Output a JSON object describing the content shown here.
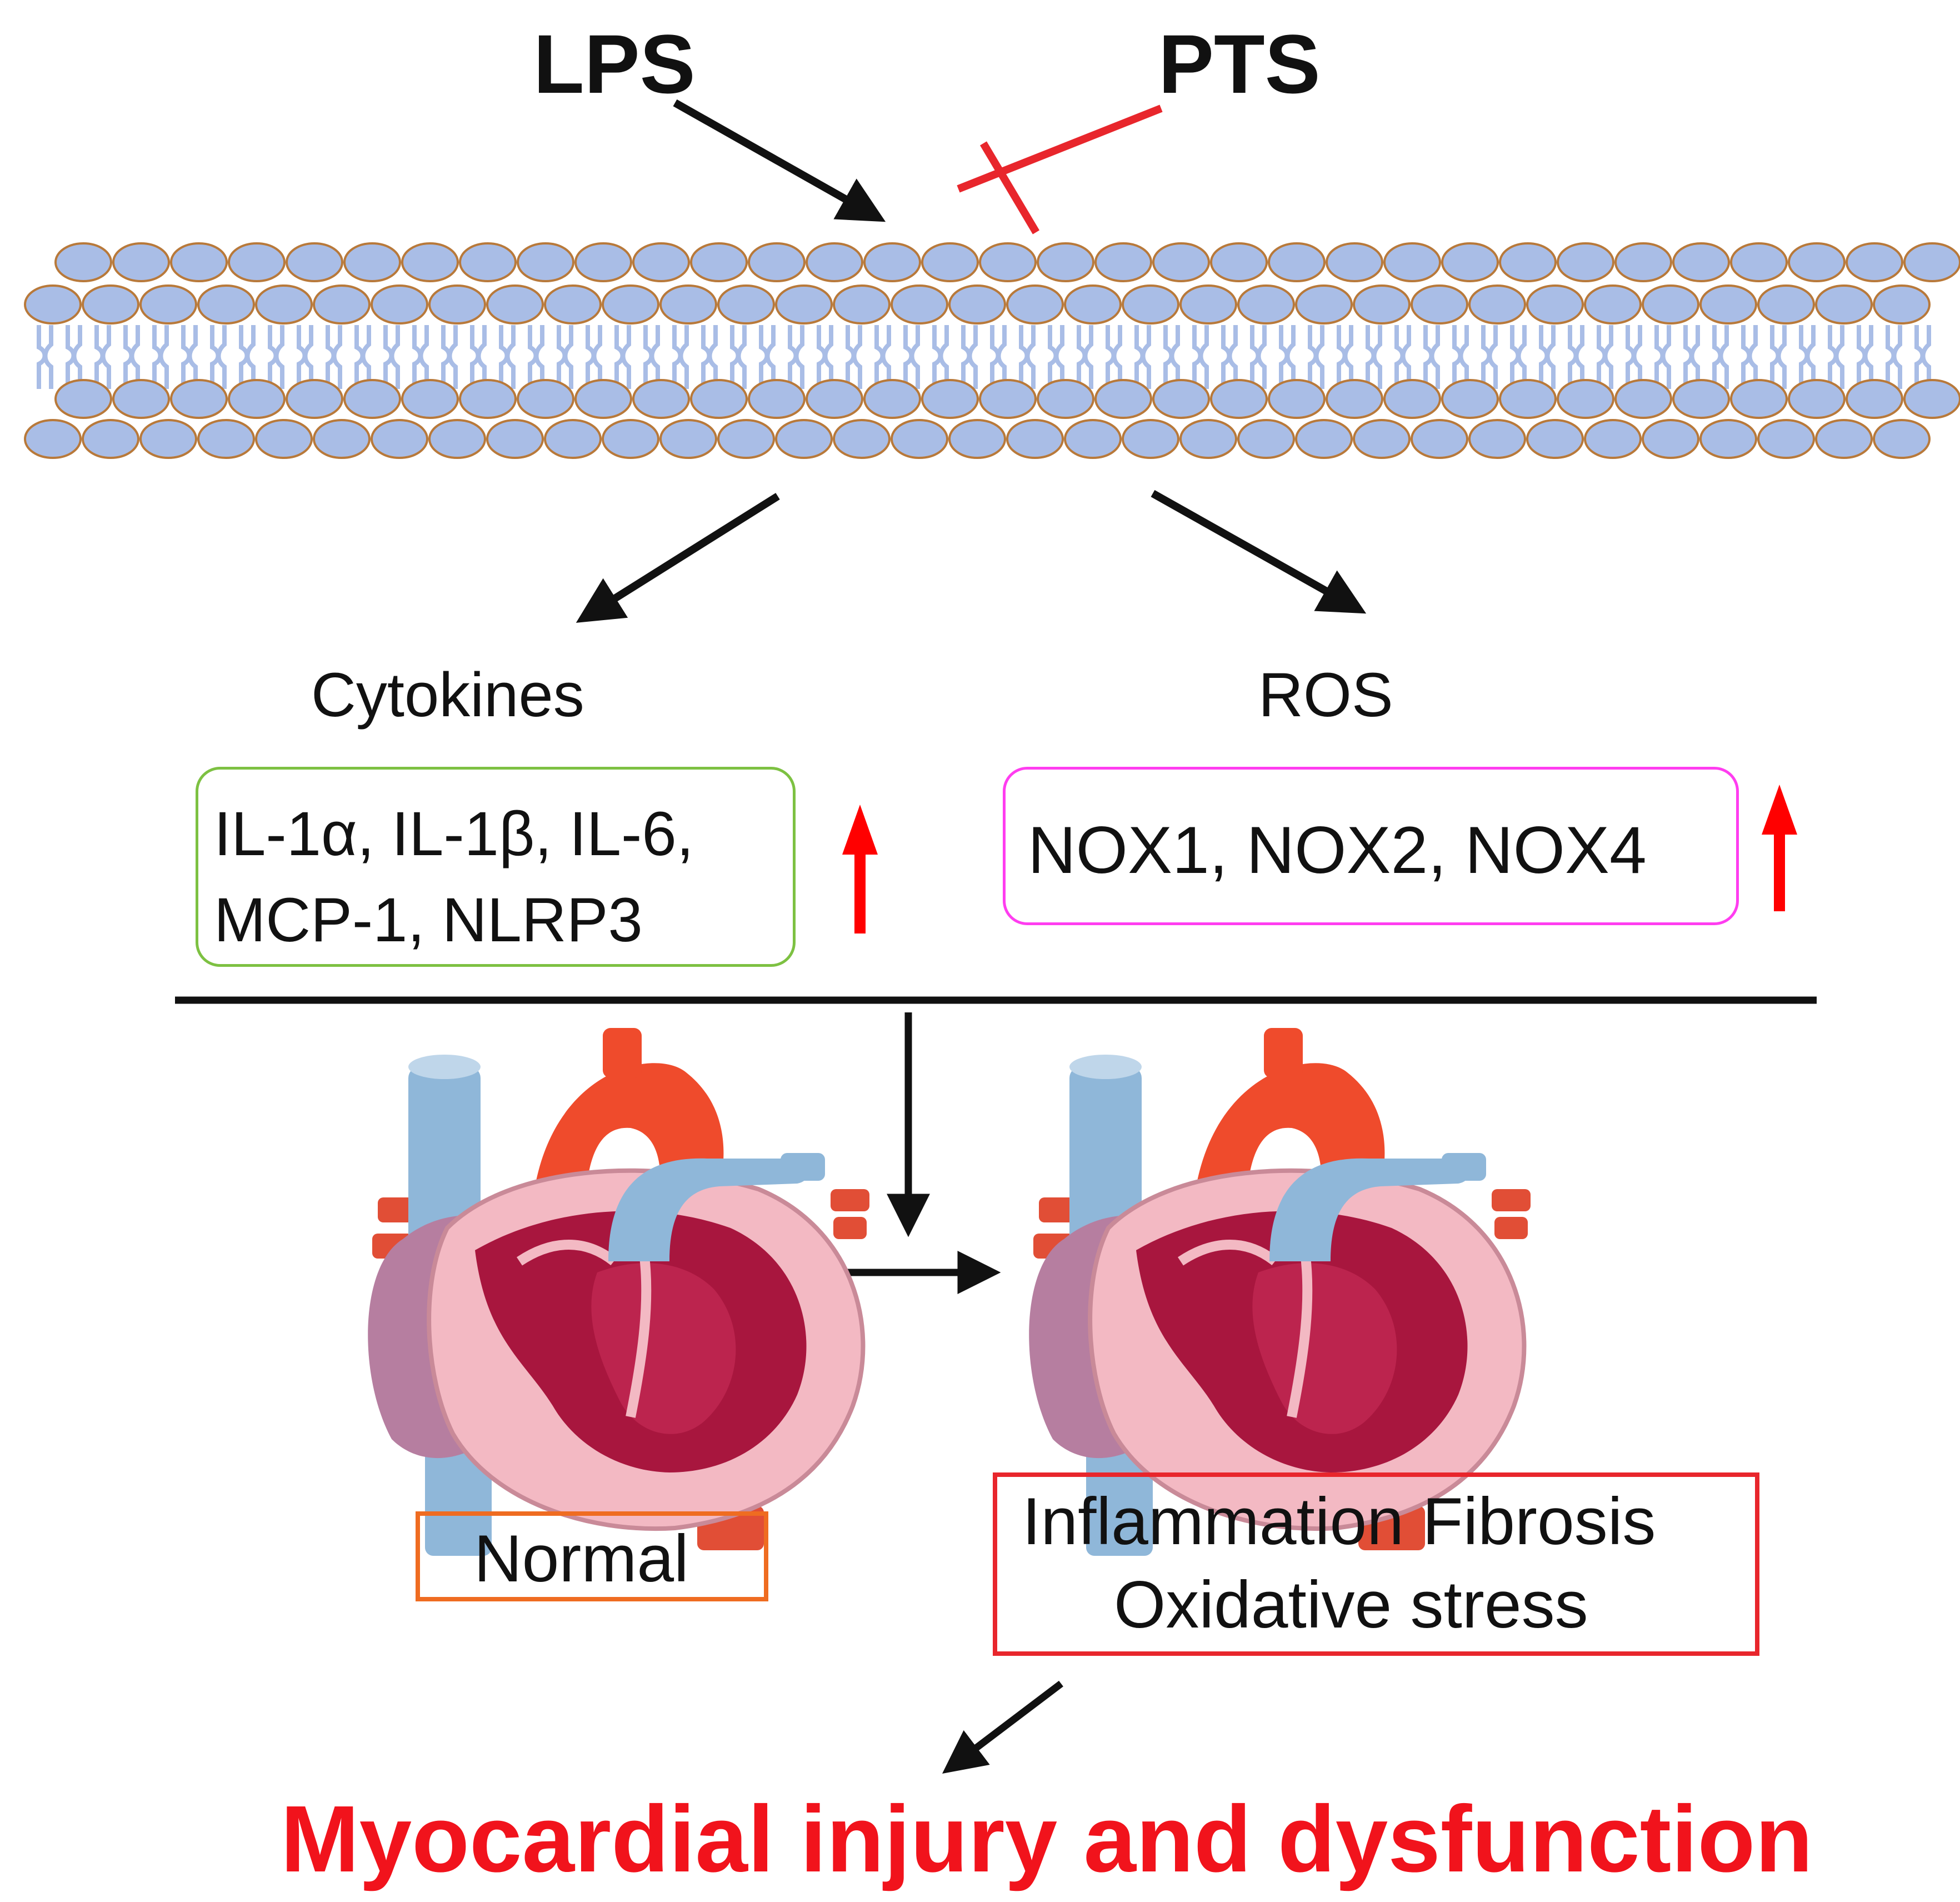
{
  "stimuli": {
    "lps": "LPS",
    "pts": "PTS"
  },
  "branches": {
    "cytokines": {
      "title": "Cytokines",
      "line1": "IL-1α, IL-1β, IL-6,",
      "line2": "MCP-1, NLRP3",
      "border_color": "#7dc142"
    },
    "ros": {
      "title": "ROS",
      "markers": "NOX1, NOX2, NOX4",
      "border_color": "#ff3df0"
    }
  },
  "states": {
    "normal": "Normal",
    "outcome_line1": "Inflammation Fibrosis",
    "outcome_line2": "Oxidative stress"
  },
  "final": "Myocardial injury and dysfunction",
  "colors": {
    "inhibition": "#e8262c",
    "up_arrow": "#ff0000",
    "final_text": "#f1131c",
    "membrane_head": "#a9bde6",
    "membrane_outline": "#b8793a"
  }
}
